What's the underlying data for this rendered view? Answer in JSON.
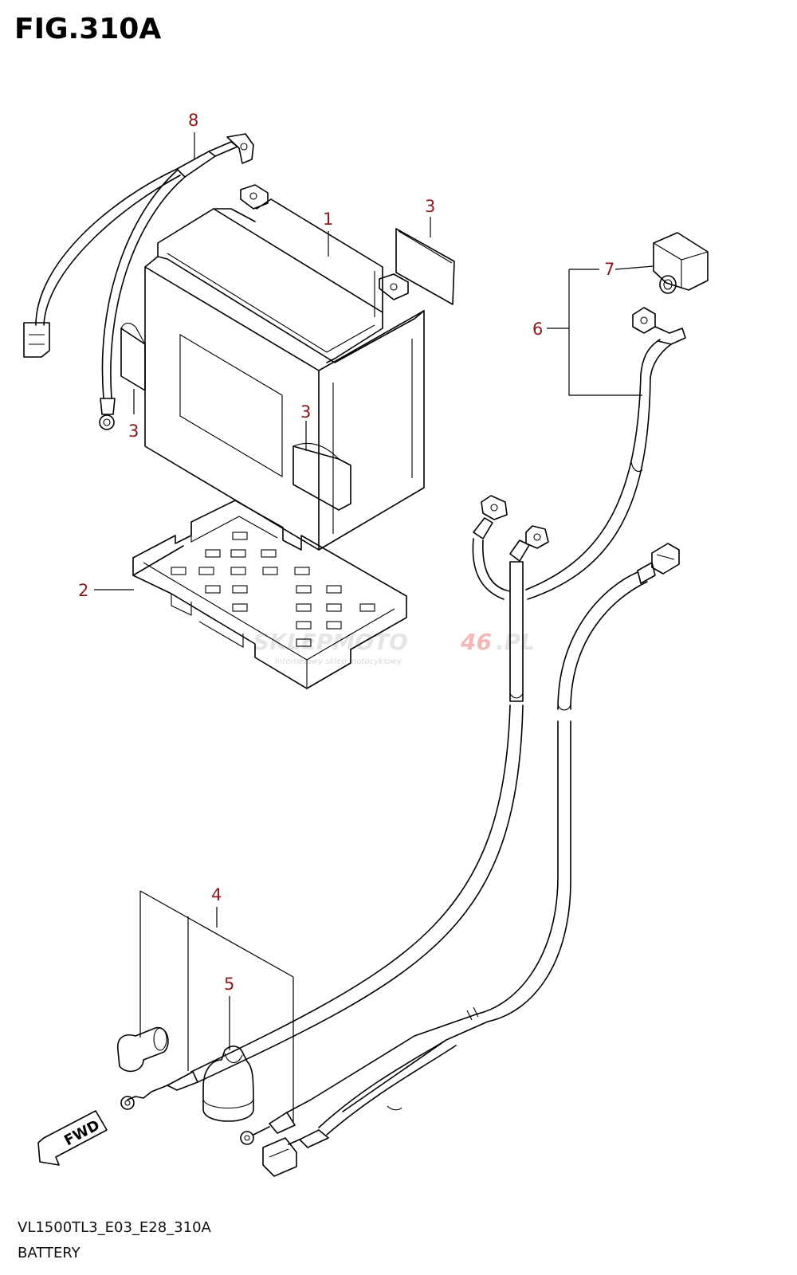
{
  "figure": {
    "title": "FIG.310A",
    "model_code": "VL1500TL3_E03_E28_310A",
    "section_name": "BATTERY"
  },
  "callouts": {
    "c1": "1",
    "c2": "2",
    "c3a": "3",
    "c3b": "3",
    "c3c": "3",
    "c4": "4",
    "c5": "5",
    "c6": "6",
    "c7": "7",
    "c8": "8"
  },
  "direction_badge": "FWD",
  "watermark": {
    "brand_a": "SKLEPMOTO",
    "brand_b": "46",
    "brand_c": ".PL",
    "tagline": "Internetowy sklep motocyklowy"
  },
  "colors": {
    "callout": "#8b1a1a",
    "line": "#000000",
    "watermark": "#e5e5e5",
    "watermark_accent": "#f2b8b8"
  }
}
